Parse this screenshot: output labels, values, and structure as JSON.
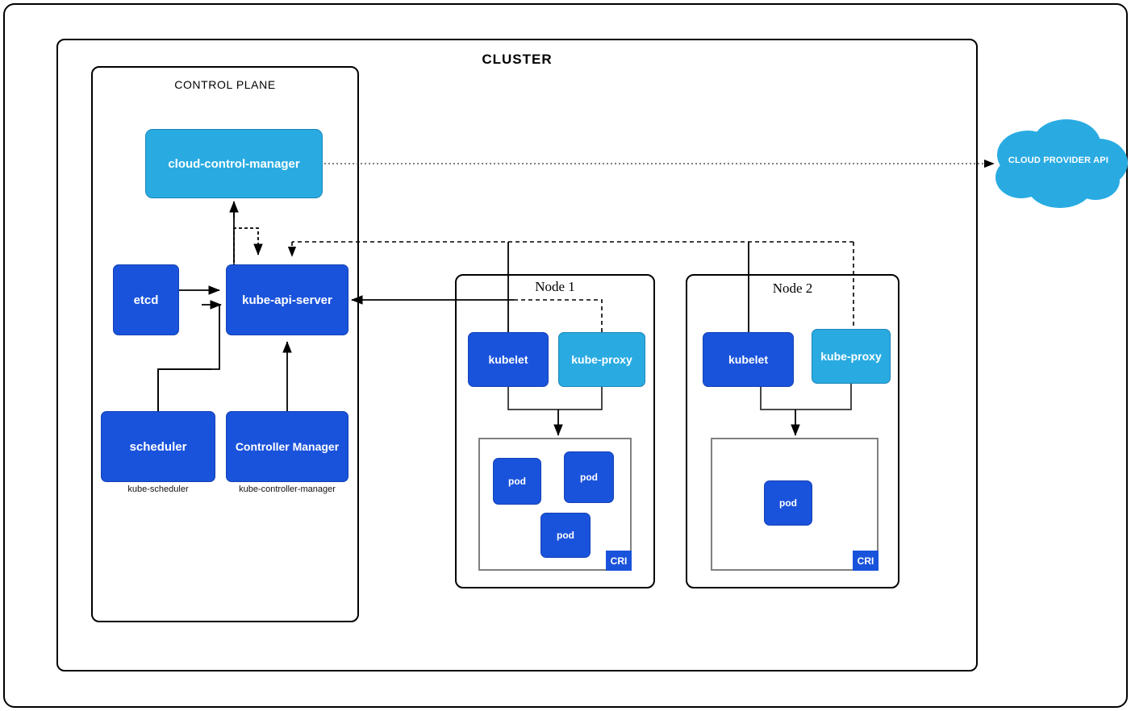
{
  "diagram": {
    "title": "CLUSTER",
    "type": "kubernetes-architecture"
  },
  "cluster": {
    "label": "CLUSTER"
  },
  "control_plane": {
    "label": "CONTROL PLANE",
    "components": [
      {
        "id": "cloud-control-manager",
        "label": "cloud-control-manager",
        "color": "#29abe2",
        "sublabel": ""
      },
      {
        "id": "etcd",
        "label": "etcd",
        "color": "#1a53db",
        "sublabel": ""
      },
      {
        "id": "kube-api-server",
        "label": "kube-api-server",
        "color": "#1a53db",
        "sublabel": ""
      },
      {
        "id": "scheduler",
        "label": "scheduler",
        "color": "#1a53db",
        "sublabel": "kube-scheduler"
      },
      {
        "id": "controller-manager",
        "label": "Controller Manager",
        "color": "#1a53db",
        "sublabel": "kube-controller-manager"
      }
    ]
  },
  "nodes": [
    {
      "id": "node-1",
      "label": "Node 1",
      "kubelet": "kubelet",
      "kube_proxy": "kube-proxy",
      "runtime_badge": "CRI",
      "pods": [
        "pod",
        "pod",
        "pod"
      ],
      "pod_count": 3
    },
    {
      "id": "node-2",
      "label": "Node 2",
      "kubelet": "kubelet",
      "kube_proxy": "kube-proxy",
      "runtime_badge": "CRI",
      "pods": [
        "pod"
      ],
      "pod_count": 1
    }
  ],
  "external": {
    "cloud_provider": {
      "label": "CLOUD PROVIDER API",
      "shape": "cloud",
      "color": "#29abe2"
    }
  },
  "colors": {
    "accent_dark_blue": "#1a53db",
    "accent_light_blue": "#29abe2",
    "border_black": "#000000",
    "border_gray": "#808080",
    "background": "#ffffff"
  }
}
